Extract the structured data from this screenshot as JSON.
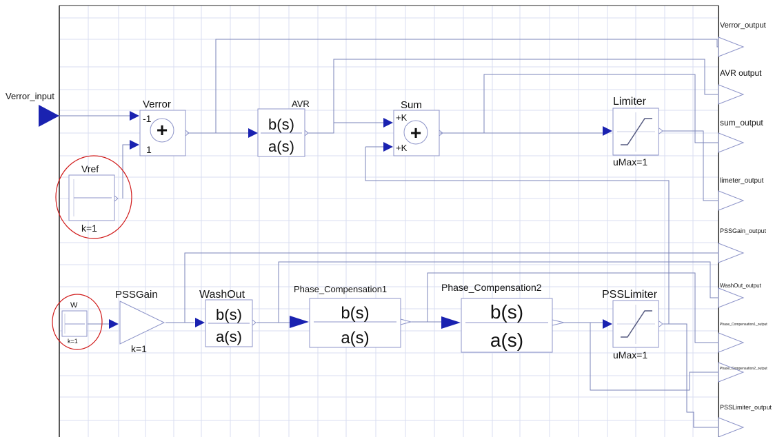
{
  "input_port": {
    "label": "Verror_input"
  },
  "blocks": {
    "verror": {
      "title": "Verror",
      "in1_sign": "-1",
      "in2_sign": "1",
      "symbol": "+"
    },
    "avr": {
      "title": "AVR",
      "num": "b(s)",
      "den": "a(s)"
    },
    "sum": {
      "title": "Sum",
      "in1_sign": "+K",
      "in2_sign": "+K",
      "symbol": "+"
    },
    "limiter": {
      "title": "Limiter",
      "param": "uMax=1"
    },
    "vref": {
      "title": "Vref",
      "param": "k=1"
    },
    "w": {
      "title": "W",
      "param": "k=1"
    },
    "pssgain": {
      "title": "PSSGain",
      "param": "k=1"
    },
    "washout": {
      "title": "WashOut",
      "num": "b(s)",
      "den": "a(s)"
    },
    "phase1": {
      "title": "Phase_Compensation1",
      "num": "b(s)",
      "den": "a(s)"
    },
    "phase2": {
      "title": "Phase_Compensation2",
      "num": "b(s)",
      "den": "a(s)"
    },
    "psslimiter": {
      "title": "PSSLimiter",
      "param": "uMax=1"
    }
  },
  "outputs": [
    "Verror_output",
    "AVR  output",
    "sum_output",
    "limeter_output",
    "PSSGain_output",
    "WashOut_output",
    "Phase_Compensation1_output",
    "Phase_Compensation2_output",
    "PSSLimiter_output"
  ],
  "colors": {
    "grid": "#d9def0",
    "wire": "#7a83b8",
    "block": "#8c93c8",
    "arrow": "#1a22b0",
    "highlight": "#d01818",
    "text": "#111111"
  }
}
